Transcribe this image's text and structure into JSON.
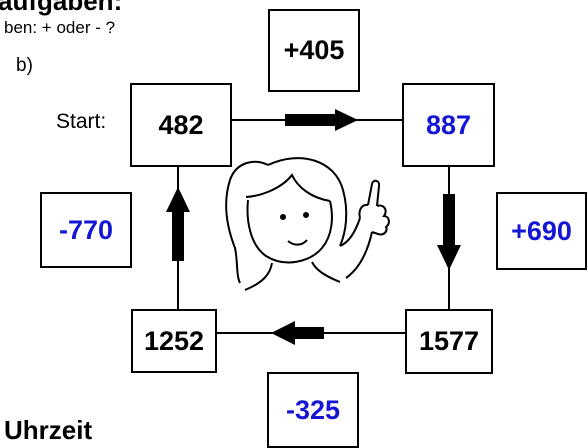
{
  "headings": {
    "top": "aufgaben:",
    "instruction": "ben: + oder - ?",
    "part": "b)",
    "bottom": "Uhrzeit"
  },
  "start_label": "Start:",
  "numbers": {
    "top_left": "482",
    "top_right": "887",
    "bottom_right": "1577",
    "bottom_left": "1252"
  },
  "operations": {
    "top": "+405",
    "right": "+690",
    "bottom": "-325",
    "left": "-770"
  },
  "colors": {
    "filled_answer": "#1515d6",
    "outline": "#000000"
  }
}
